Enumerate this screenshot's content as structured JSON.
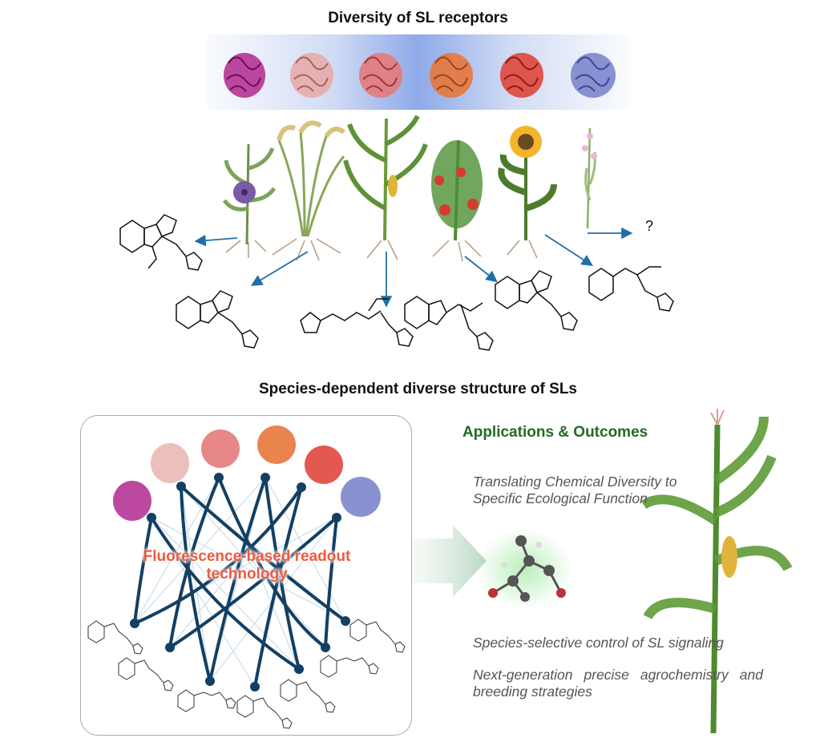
{
  "title": "Diversity of SL receptors",
  "subtitle": "Species-dependent diverse structure of SLs",
  "panel_label": "Fluorescence-based readout technology",
  "applications": {
    "title": "Applications & Outcomes",
    "outcome_1": "Translating Chemical Diversity to Specific Ecological Function",
    "outcome_2": "Species-selective control of SL signaling",
    "outcome_3": "Next-generation precise agrochemistry and breeding strategies"
  },
  "unknown_mark": "?",
  "receptor_colors": [
    "#b0288f",
    "#e8a8a4",
    "#e47a7a",
    "#e8773c",
    "#e0463c",
    "#7c86cc"
  ],
  "plants": [
    "petunia-plant",
    "rice-plant",
    "maize-plant",
    "tomato-plant",
    "sunflower-plant",
    "unknown-plant"
  ],
  "colors": {
    "arrow": "#1f6fa8",
    "network": "#133f63",
    "label": "#f0593e",
    "apps_title": "#236b23"
  }
}
